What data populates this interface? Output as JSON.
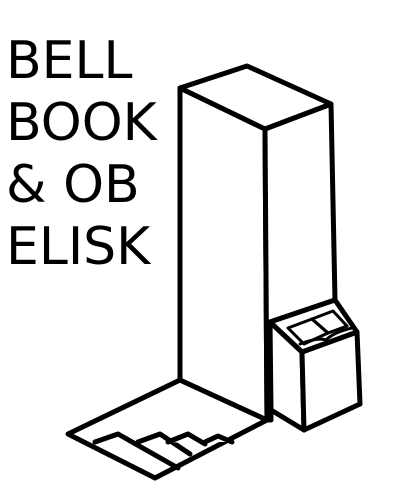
{
  "title": {
    "lines": [
      "BELL",
      "BOOK",
      "& OB",
      "ELISK"
    ]
  },
  "illustration": {
    "subject": "obelisk-with-book-and-bell-steps",
    "stroke_color": "#000000",
    "fill_color": "#ffffff"
  }
}
